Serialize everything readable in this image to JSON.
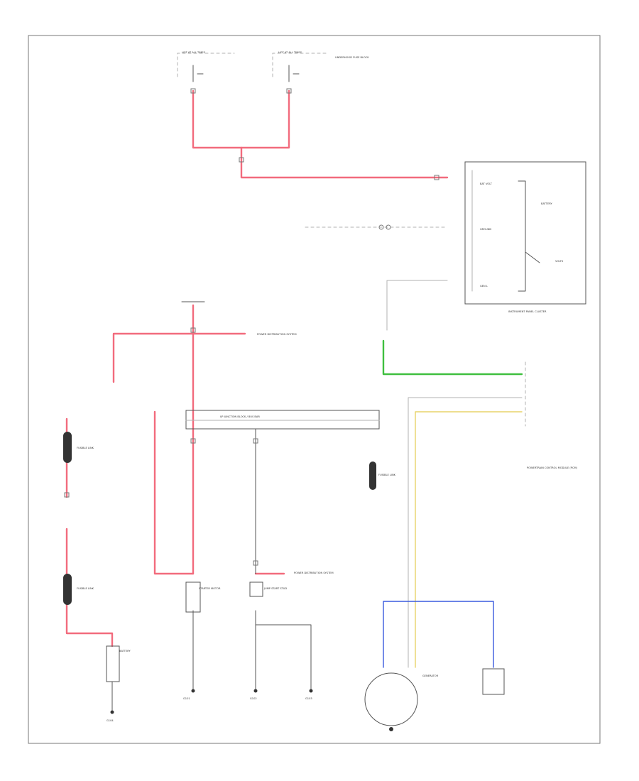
{
  "diagram": {
    "title": "",
    "footer_code": "",
    "labels": {
      "underhood_fuse_block_top": "UNDERHOOD FUSE BLOCK",
      "instrument_cluster": "INSTRUMENT PANEL CLUSTER",
      "generator": "GENERATOR",
      "fusible_link_1": "FUSIBLE LINK",
      "fusible_link_2": "FUSIBLE LINK",
      "fusible_link_3": "FUSIBLE LINK",
      "battery_label": "BATTERY",
      "cluster_battery": "BATTERY",
      "cluster_volts": "VOLTS",
      "cluster_bat_volt": "BAT VOLT",
      "cluster_ground": "GROUND",
      "cluster_gen_l": "GEN L",
      "power_distribution_1": "POWER DISTRIBUTION SYSTEM",
      "power_distribution_2": "POWER DISTRIBUTION SYSTEM",
      "starter_motor": "STARTER MOTOR",
      "jump_start_stud": "JUMP START STUD",
      "ground_1": "G101",
      "ground_2": "G102",
      "ground_3": "G103",
      "ground_4": "G104",
      "pcm_label": "POWERTRAIN CONTROL MODULE (PCM)",
      "bus_bar": "I/P JUNCTION BLOCK / BUS BAR"
    }
  }
}
